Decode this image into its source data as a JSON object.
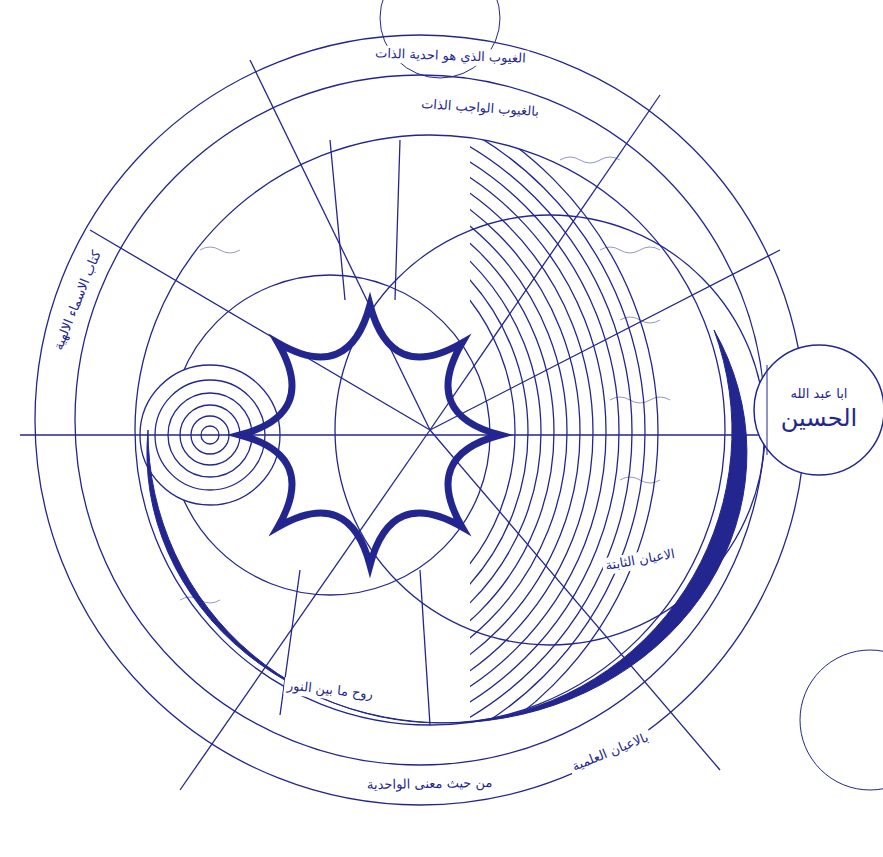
{
  "diagram": {
    "nodes": [
      {
        "text": [
          "ابا عبد الله",
          "الحسين"
        ]
      }
    ],
    "labels": [
      "الغيوب الذي هو احدية الذات",
      "بالغيوب الواجب الذات",
      "من حيث معنى الواحدية",
      "بالاعيان العلمية",
      "روح ما بين النور",
      "كتاب الاسماء الالهية",
      "الاعيان الثابتة"
    ]
  }
}
